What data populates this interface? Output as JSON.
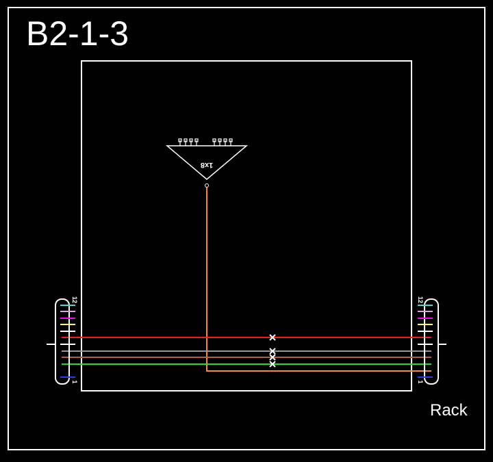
{
  "title": "B2-1-3",
  "footer_label": "Rack",
  "splitter": {
    "label": "1x8"
  },
  "connectors": {
    "left": {
      "top_label": "12",
      "bottom_label": "1"
    },
    "right": {
      "top_label": "12",
      "bottom_label": "1"
    }
  },
  "colors": {
    "background": "#000000",
    "stroke": "#ffffff",
    "fiber_red": "#ff1a1a",
    "fiber_gray": "#9a9a9a",
    "fiber_brown": "#b0632b",
    "fiber_green": "#19e619",
    "fiber_orange": "#ff8c1a",
    "tick_cyan": "#40e0d0",
    "tick_pink": "#e8a0e8",
    "tick_magenta": "#ff00ff",
    "tick_yellow": "#ffff33",
    "tick_blue": "#2040ff"
  }
}
